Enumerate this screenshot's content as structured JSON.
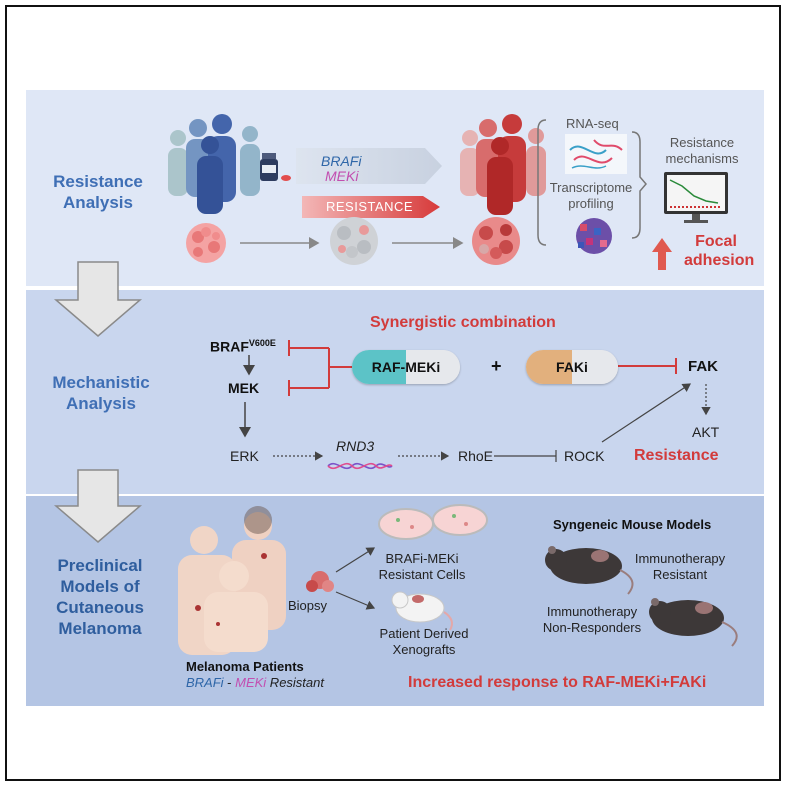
{
  "sections": {
    "resistance": "Resistance\nAnalysis",
    "mechanistic": "Mechanistic\nAnalysis",
    "preclinical": "Preclinical\nModels of\nCutaneous\nMelanoma"
  },
  "top": {
    "braf": "BRAFi",
    "mek": "MEKi",
    "resistance_banner": "RESISTANCE",
    "rnaseq": "RNA-seq",
    "transcriptome": "Transcriptome\nprofiling",
    "mechanisms": "Resistance\nmechanisms",
    "focal": "Focal\nadhesion"
  },
  "middle": {
    "synergistic": "Synergistic combination",
    "braf_main": "BRAF",
    "braf_sup": "V600E",
    "mek": "MEK",
    "erk": "ERK",
    "rnd3": "RND3",
    "rhoe": "RhoE",
    "rock": "ROCK",
    "pill1": "RAF-MEKi",
    "plus": "+",
    "pill2": "FAKi",
    "fak": "FAK",
    "akt": "AKT",
    "resistance": "Resistance"
  },
  "bottom": {
    "biopsy": "Biopsy",
    "cells": "BRAFi-MEKi\nResistant Cells",
    "pdx": "Patient Derived\nXenografts",
    "patients": "Melanoma Patients",
    "patients_braf": "BRAFi",
    "patients_dash": " - ",
    "patients_mek": "MEKi",
    "patients_res": " Resistant",
    "syngeneic": "Syngeneic Mouse Models",
    "immuno_res": "Immunotherapy\nResistant",
    "immuno_non": "Immunotherapy\nNon-Responders",
    "increased": "Increased response to RAF-MEKi+FAKi"
  },
  "colors": {
    "title_blue": "#3f6fb5",
    "red": "#d23b3b",
    "teal": "#5cc3c7",
    "orange": "#e2b07d"
  }
}
